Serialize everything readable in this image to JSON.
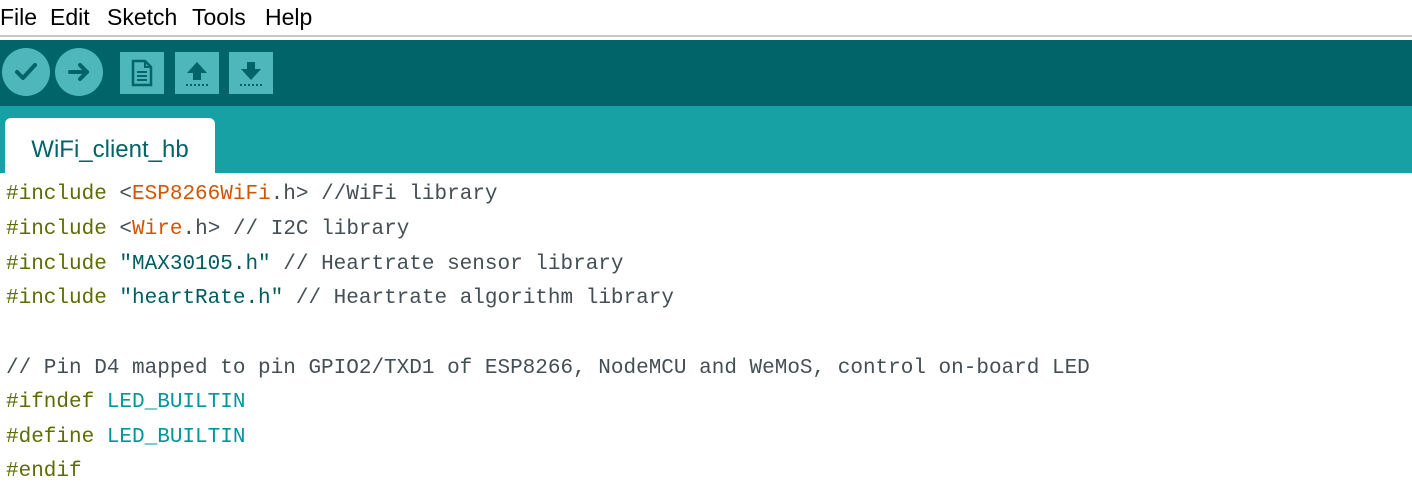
{
  "menu": {
    "items": [
      "File",
      "Edit",
      "Sketch",
      "Tools",
      "Help"
    ]
  },
  "toolbar": {
    "buttons": [
      {
        "name": "verify",
        "icon": "checkmark-icon"
      },
      {
        "name": "upload",
        "icon": "arrow-right-icon"
      },
      {
        "name": "new",
        "icon": "document-icon"
      },
      {
        "name": "open",
        "icon": "arrow-up-icon"
      },
      {
        "name": "save",
        "icon": "arrow-down-icon"
      }
    ]
  },
  "tab": {
    "label": "WiFi_client_hb"
  },
  "code": {
    "line1": {
      "directive": "#include",
      "lt": " <",
      "lib": "ESP8266WiFi",
      "ext": ".h",
      "gt": "> ",
      "comment": "//WiFi library"
    },
    "line2": {
      "directive": "#include",
      "lt": " <",
      "lib": "Wire",
      "ext": ".h",
      "gt": "> ",
      "comment": "// I2C library"
    },
    "line3": {
      "directive": "#include",
      "str": " \"MAX30105.h\"",
      "comment": " // Heartrate sensor library"
    },
    "line4": {
      "directive": "#include",
      "str": " \"heartRate.h\"",
      "comment": " // Heartrate algorithm library"
    },
    "line6": {
      "comment": "// Pin D4 mapped to pin GPIO2/TXD1 of ESP8266, NodeMCU and WeMoS, control on-board LED"
    },
    "line7": {
      "directive": "#ifndef",
      "const": " LED_BUILTIN"
    },
    "line8": {
      "directive": "#define",
      "const": " LED_BUILTIN"
    },
    "line9": {
      "directive": "#endif"
    }
  },
  "colors": {
    "toolbar_bg": "#006468",
    "tabstrip_bg": "#17a1a5",
    "button_bg": "#4db7bb",
    "keyword": "#5e6d03",
    "library": "#d35400",
    "constant": "#00979c"
  }
}
